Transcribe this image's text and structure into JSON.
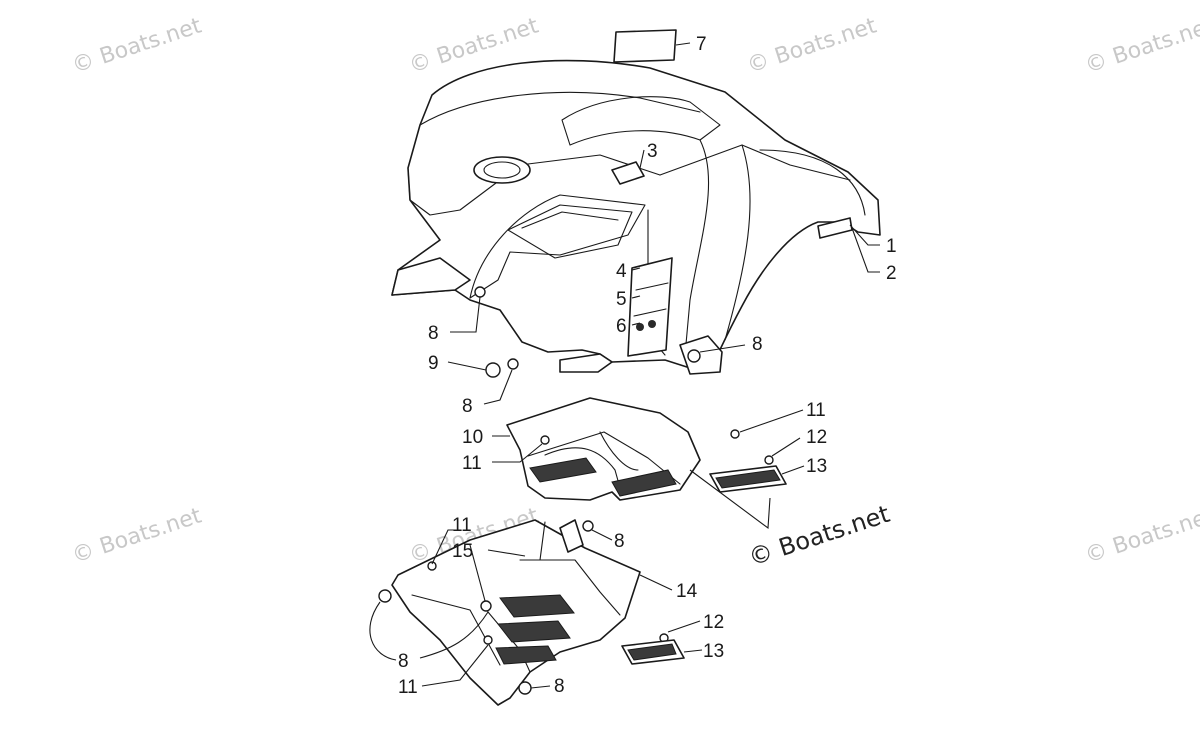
{
  "watermark_text": "© Boats.net",
  "brand_text": "© Boats.net",
  "callouts": [
    {
      "id": "c7",
      "label": "7"
    },
    {
      "id": "c3",
      "label": "3"
    },
    {
      "id": "c1",
      "label": "1"
    },
    {
      "id": "c2",
      "label": "2"
    },
    {
      "id": "c4",
      "label": "4"
    },
    {
      "id": "c5",
      "label": "5"
    },
    {
      "id": "c6",
      "label": "6"
    },
    {
      "id": "c8a",
      "label": "8"
    },
    {
      "id": "c8b",
      "label": "8"
    },
    {
      "id": "c9",
      "label": "9"
    },
    {
      "id": "c8c",
      "label": "8"
    },
    {
      "id": "c10",
      "label": "10"
    },
    {
      "id": "c11a",
      "label": "11"
    },
    {
      "id": "c11b",
      "label": "11"
    },
    {
      "id": "c12a",
      "label": "12"
    },
    {
      "id": "c13a",
      "label": "13"
    },
    {
      "id": "c11c",
      "label": "11"
    },
    {
      "id": "c15",
      "label": "15"
    },
    {
      "id": "c8d",
      "label": "8"
    },
    {
      "id": "c14",
      "label": "14"
    },
    {
      "id": "c12b",
      "label": "12"
    },
    {
      "id": "c13b",
      "label": "13"
    },
    {
      "id": "c8e",
      "label": "8"
    },
    {
      "id": "c11d",
      "label": "11"
    },
    {
      "id": "c8f",
      "label": "8"
    }
  ]
}
